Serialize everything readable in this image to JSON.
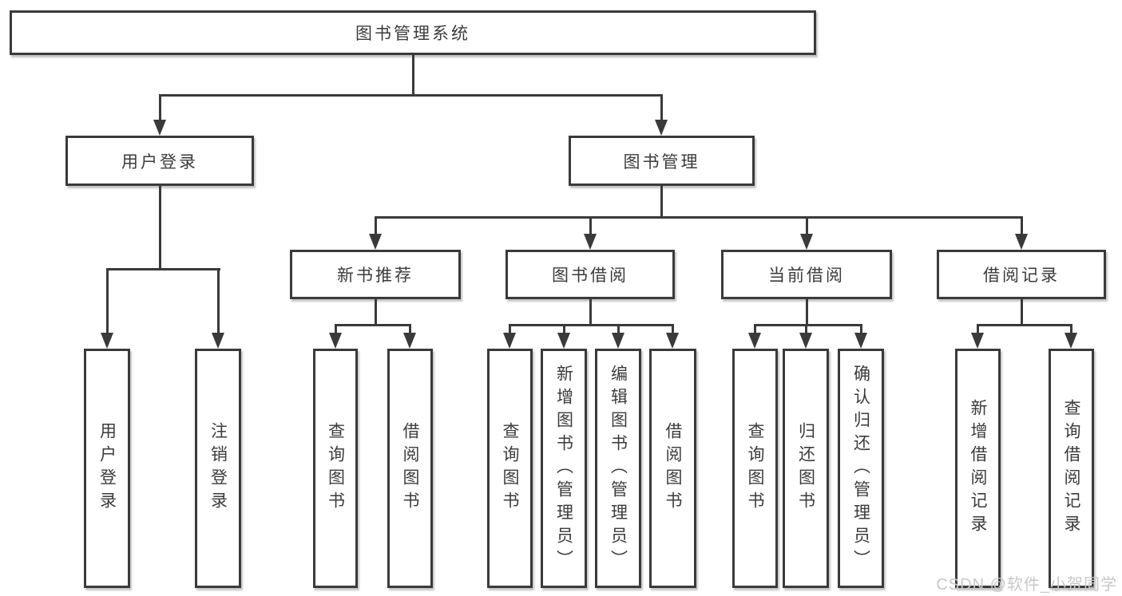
{
  "tree": {
    "label": "图书管理系统",
    "children": [
      {
        "label": "用户登录",
        "children": [
          {
            "label": "用户登录"
          },
          {
            "label": "注销登录"
          }
        ]
      },
      {
        "label": "图书管理",
        "children": [
          {
            "label": "新书推荐",
            "children": [
              {
                "label": "查询图书"
              },
              {
                "label": "借阅图书"
              }
            ]
          },
          {
            "label": "图书借阅",
            "children": [
              {
                "label": "查询图书"
              },
              {
                "label": "新增图书（管理员）"
              },
              {
                "label": "编辑图书（管理员）"
              },
              {
                "label": "借阅图书"
              }
            ]
          },
          {
            "label": "当前借阅",
            "children": [
              {
                "label": "查询图书"
              },
              {
                "label": "归还图书"
              },
              {
                "label": "确认归还（管理员）"
              }
            ]
          },
          {
            "label": "借阅记录",
            "children": [
              {
                "label": "新增借阅记录"
              },
              {
                "label": "查询借阅记录"
              }
            ]
          }
        ]
      }
    ]
  },
  "watermark": {
    "text": "CSDN @软件_小贺同学"
  },
  "colors": {
    "line": "#3a3a3a",
    "text": "#3b3b3b",
    "watermark": "#c8c8c8",
    "background": "#ffffff"
  }
}
